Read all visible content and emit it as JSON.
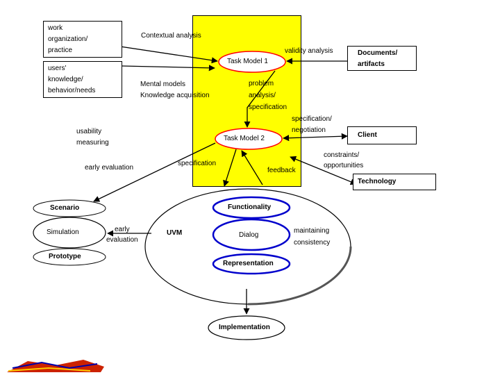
{
  "boxes": {
    "work_org": [
      "work",
      "organization/",
      "practice"
    ],
    "users": [
      "users'",
      "knowledge/",
      "behavior/needs"
    ],
    "documents": [
      "Documents/",
      "artifacts"
    ],
    "client": "Client",
    "technology": "Technology"
  },
  "nodes": {
    "task_model_1": "Task Model 1",
    "task_model_2": "Task Model 2",
    "functionality": "Functionality",
    "dialog": "Dialog",
    "representation": "Representation",
    "implementation": "Implementation",
    "uvm": "UVM",
    "scenario": "Scenario",
    "simulation": "Simulation",
    "prototype": "Prototype"
  },
  "labels": {
    "contextual_analysis": "Contextual analysis",
    "validity_analysis": "validity analysis",
    "mental_models": [
      "Mental models",
      "Knowledge acquisition"
    ],
    "problem_analysis": [
      "problem",
      "analysis/",
      "specification"
    ],
    "spec_negotiation": [
      "specification/",
      "negotiation"
    ],
    "usability_measuring": [
      "usability",
      "measuring"
    ],
    "early_evaluation": "early evaluation",
    "specification": "specification",
    "feedback": "feedback",
    "constraints": [
      "constraints/",
      "opportunities"
    ],
    "early_evaluation_2": [
      "early",
      "evaluation"
    ],
    "maintaining": [
      "maintaining",
      "consistency"
    ]
  },
  "colors": {
    "yellow": "#ffff00",
    "red": "#ff0000",
    "blue": "#0000cc",
    "ellipse_border": "#000000"
  },
  "icons": {
    "logo": "footer-logo"
  }
}
